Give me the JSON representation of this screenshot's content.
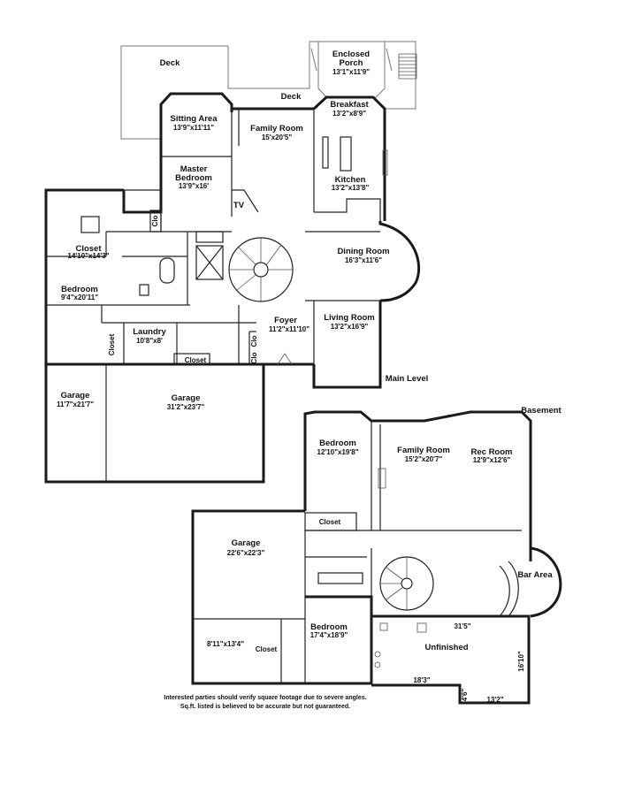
{
  "main_level": {
    "label": "Main Level",
    "rooms": {
      "deck_left": {
        "name": "Deck"
      },
      "deck_center": {
        "name": "Deck"
      },
      "enclosed_porch": {
        "name": "Enclosed Porch",
        "name_line1": "Enclosed",
        "name_line2": "Porch",
        "dim": "13'1\"x11'9\""
      },
      "breakfast": {
        "name": "Breakfast",
        "dim": "13'2\"x8'9\""
      },
      "sitting_area": {
        "name": "Sitting Area",
        "dim": "13'9\"x11'11\""
      },
      "family_room": {
        "name": "Family Room",
        "dim": "15'x20'5\""
      },
      "master_bedroom": {
        "name_line1": "Master",
        "name_line2": "Bedroom",
        "dim": "13'9\"x16'"
      },
      "kitchen": {
        "name": "Kitchen",
        "dim": "13'2\"x13'8\""
      },
      "tv": {
        "name": "TV"
      },
      "clo_master": {
        "name": "Clo"
      },
      "closet": {
        "name": "Closet",
        "dim": "14'10\"x14'3\""
      },
      "dining_room": {
        "name": "Dining Room",
        "dim": "16'3\"x11'6\""
      },
      "bedroom": {
        "name": "Bedroom",
        "dim": "9'4\"x20'11\""
      },
      "laundry": {
        "name": "Laundry",
        "dim": "10'8\"x8'"
      },
      "closet_vertical": {
        "name": "Closet"
      },
      "closet_laundry": {
        "name": "Closet"
      },
      "foyer": {
        "name": "Foyer",
        "dim": "11'2\"x11'10\""
      },
      "living_room": {
        "name": "Living Room",
        "dim": "13'2\"x16'9\""
      },
      "clo_foyer_1": {
        "name": "Clo"
      },
      "clo_foyer_2": {
        "name": "Clo"
      },
      "garage_small": {
        "name": "Garage",
        "dim": "11'7\"x21'7\""
      },
      "garage_large": {
        "name": "Garage",
        "dim": "31'2\"x23'7\""
      }
    }
  },
  "basement": {
    "label": "Basement",
    "rooms": {
      "bedroom_upper": {
        "name": "Bedroom",
        "dim": "12'10\"x19'8\""
      },
      "family_room": {
        "name": "Family Room",
        "dim": "15'2\"x20'7\""
      },
      "rec_room": {
        "name": "Rec Room",
        "dim": "12'9\"x12'6\""
      },
      "closet_upper": {
        "name": "Closet"
      },
      "garage": {
        "name": "Garage",
        "dim": "22'6\"x22'3\""
      },
      "bar_area": {
        "name": "Bar Area"
      },
      "bedroom_lower": {
        "name": "Bedroom",
        "dim": "17'4\"x18'9\""
      },
      "closet_lower": {
        "name": "Closet"
      },
      "unfinished": {
        "name": "Unfinished"
      }
    },
    "dimensions": {
      "garage_annex": "8'11\"x13'4\"",
      "d_31_5": "31'5\"",
      "d_16_10": "16'10\"",
      "d_18_3": "18'3\"",
      "d_4_6": "4'6\"",
      "d_13_2": "13'2\""
    }
  },
  "disclaimer": {
    "line1": "Interested parties should verify square footage due to severe angles.",
    "line2": "Sq.ft. listed is believed to be accurate but not guaranteed."
  }
}
